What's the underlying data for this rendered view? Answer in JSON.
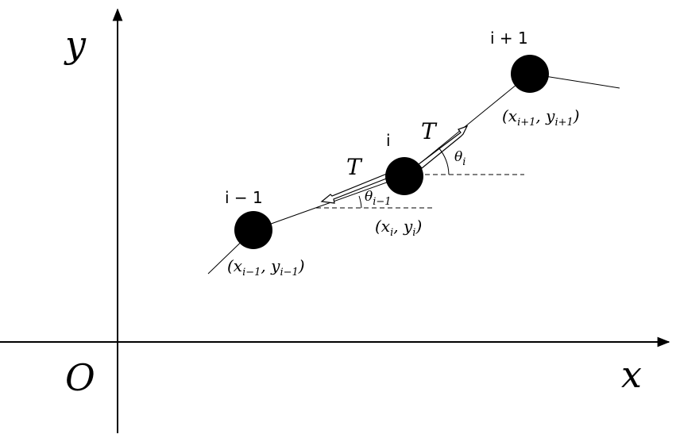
{
  "axes": {
    "y_label": "y",
    "x_label": "x",
    "origin_label": "O"
  },
  "beads": [
    {
      "id": "i-1",
      "label": "i − 1",
      "coord_open": "(x",
      "coord_x_sub": "i−1",
      "coord_mid": ", y",
      "coord_y_sub": "i−1",
      "coord_close": ")"
    },
    {
      "id": "i",
      "label": "i",
      "coord_open": "(x",
      "coord_x_sub": "i",
      "coord_mid": ", y",
      "coord_y_sub": "i",
      "coord_close": ")"
    },
    {
      "id": "i+1",
      "label": "i + 1",
      "coord_open": "(x",
      "coord_x_sub": "i+1",
      "coord_mid": ", y",
      "coord_y_sub": "i+1",
      "coord_close": ")"
    }
  ],
  "tension": {
    "upper_label": "T",
    "lower_label": "T"
  },
  "angles": {
    "theta_i": {
      "base": "θ",
      "sub": "i"
    },
    "theta_i_minus_1": {
      "base": "θ",
      "sub": "i−1"
    }
  }
}
